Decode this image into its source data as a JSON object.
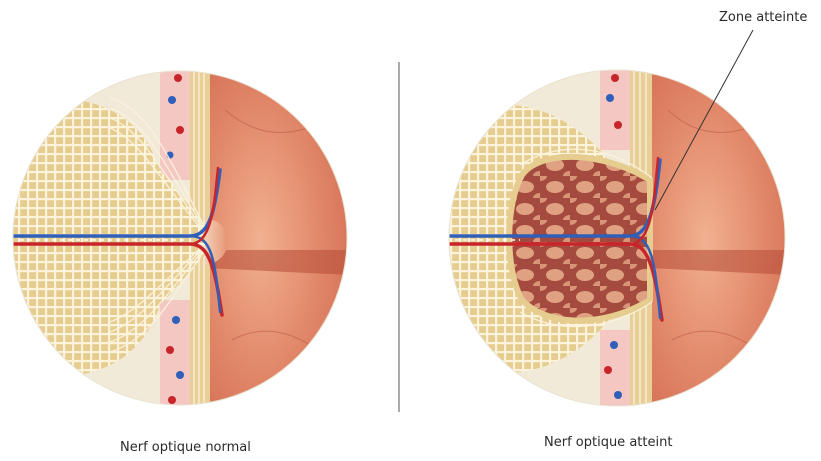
{
  "diagram": {
    "left_caption": "Nerf optique normal",
    "right_caption": "Nerf optique atteint",
    "callout_label": "Zone atteinte"
  },
  "colors": {
    "retina": "#d9775e",
    "retina_dark": "#b8503c",
    "sclera_band": "#e8cf98",
    "nerve_fibers": "#e6cc8f",
    "fiber_lines": "#fbf3dc",
    "background_disc": "#f1ead8",
    "vessel_red": "#c8252b",
    "vessel_blue": "#2f5fb8",
    "vessel_wall": "#f4c7c2",
    "damaged_zone": "#9a3f36"
  }
}
